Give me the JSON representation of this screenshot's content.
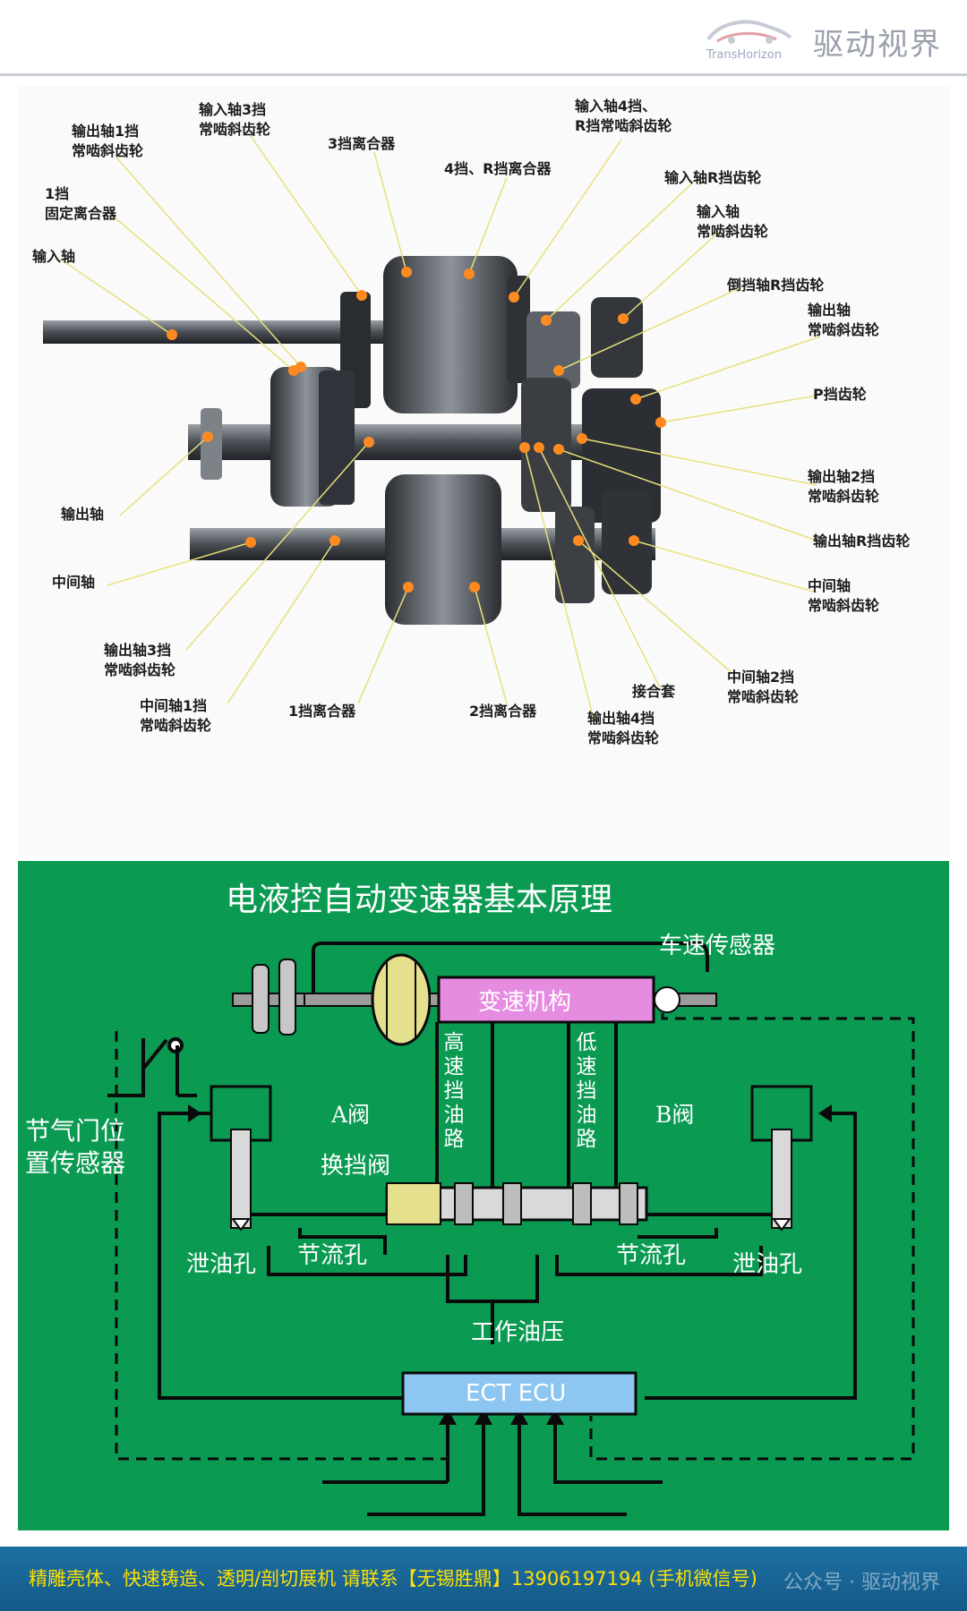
{
  "header": {
    "brand_cn": "驱动视界",
    "brand_en": "TransHorizon",
    "colors": {
      "accent": "#9aa0ad"
    }
  },
  "gearbox_labels": [
    {
      "id": "out1",
      "text": "输出轴1挡\n常啮斜齿轮"
    },
    {
      "id": "in3",
      "text": "输入轴3挡\n常啮斜齿轮"
    },
    {
      "id": "c3",
      "text": "3挡离合器"
    },
    {
      "id": "c4r",
      "text": "4挡、R挡离合器"
    },
    {
      "id": "in4r",
      "text": "输入轴4挡、\nR挡常啮斜齿轮"
    },
    {
      "id": "inr",
      "text": "输入轴R挡齿轮"
    },
    {
      "id": "inmesh",
      "text": "输入轴\n常啮斜齿轮"
    },
    {
      "id": "revr",
      "text": "倒挡轴R挡齿轮"
    },
    {
      "id": "outmesh",
      "text": "输出轴\n常啮斜齿轮"
    },
    {
      "id": "pgear",
      "text": "P挡齿轮"
    },
    {
      "id": "out2",
      "text": "输出轴2挡\n常啮斜齿轮"
    },
    {
      "id": "outr",
      "text": "输出轴R挡齿轮"
    },
    {
      "id": "midmesh",
      "text": "中间轴\n常啮斜齿轮"
    },
    {
      "id": "mid2",
      "text": "中间轴2挡\n常啮斜齿轮"
    },
    {
      "id": "sleeve",
      "text": "接合套"
    },
    {
      "id": "out4",
      "text": "输出轴4挡\n常啮斜齿轮"
    },
    {
      "id": "c2",
      "text": "2挡离合器"
    },
    {
      "id": "c1",
      "text": "1挡离合器"
    },
    {
      "id": "mid1",
      "text": "中间轴1挡\n常啮斜齿轮"
    },
    {
      "id": "out3",
      "text": "输出轴3挡\n常啮斜齿轮"
    },
    {
      "id": "midshaft",
      "text": "中间轴"
    },
    {
      "id": "outshaft",
      "text": "输出轴"
    },
    {
      "id": "inshaft",
      "text": "输入轴"
    },
    {
      "id": "fix1",
      "text": "1挡\n固定离合器"
    }
  ],
  "diagram": {
    "title": "电液控自动变速器基本原理",
    "speed_sensor": "车速传感器",
    "transmission": "变速机构",
    "high_gear_path": "高速挡油路",
    "low_gear_path": "低速挡油路",
    "valve_a": "A阀",
    "valve_b": "B阀",
    "throttle_sensor_line1": "节气门位",
    "throttle_sensor_line2": "置传感器",
    "shift_valve": "换挡阀",
    "drain_left": "泄油孔",
    "orifice_left": "节流孔",
    "orifice_right": "节流孔",
    "drain_right": "泄油孔",
    "working_pressure": "工作油压",
    "ecu": "ECT ECU",
    "colors": {
      "background": "#0a9a52",
      "transmission": "#e58ce0",
      "ecu": "#8dc6f0"
    }
  },
  "footer": {
    "contact": "精雕壳体、快速铸造、透明/剖切展机 请联系【无锡胜鼎】13906197194 (手机微信号)",
    "watermark": "公众号 · 驱动视界"
  }
}
